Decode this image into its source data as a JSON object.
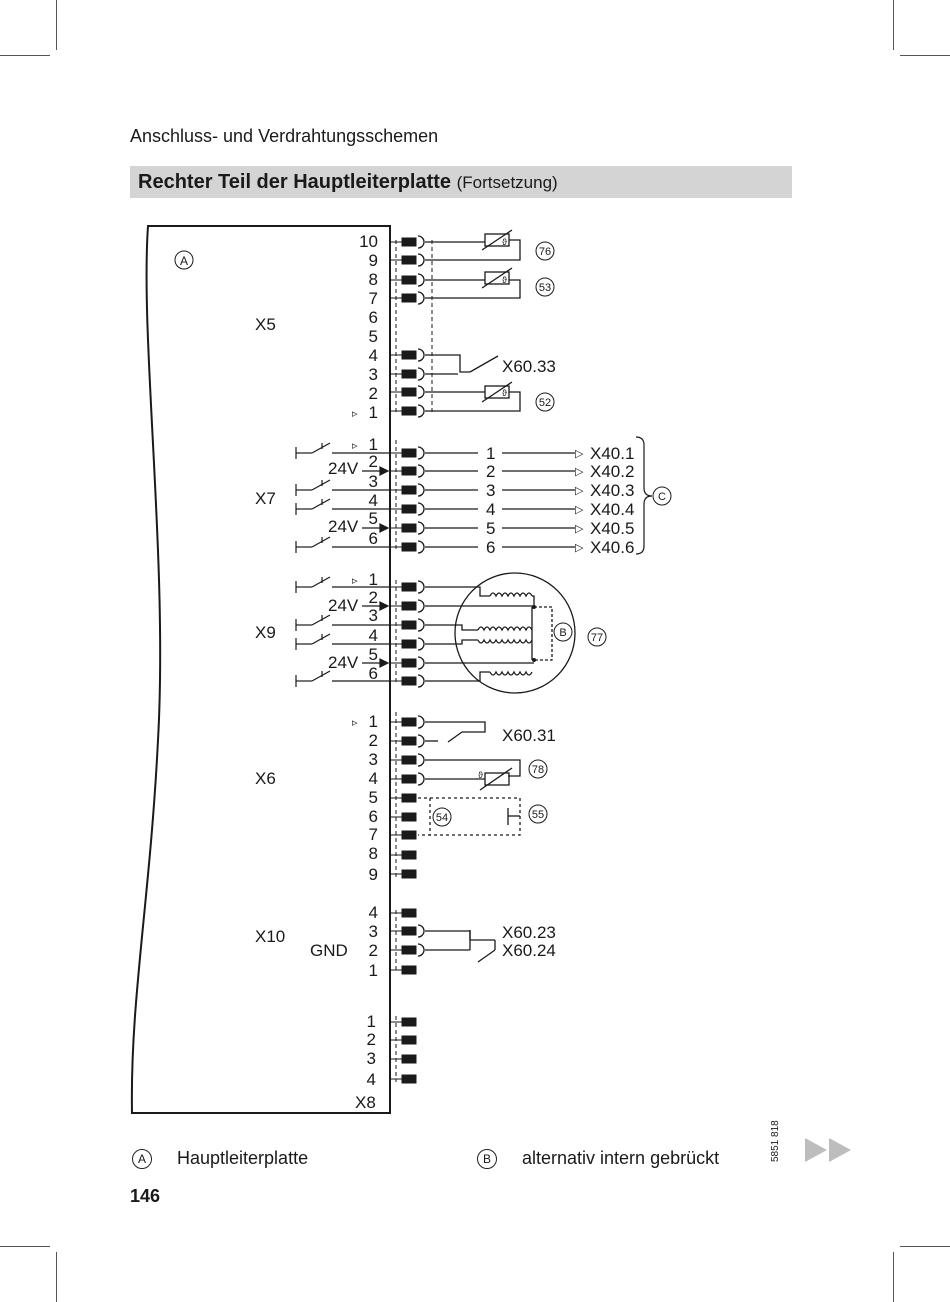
{
  "header": {
    "section": "Anschluss- und Verdrahtungsschemen",
    "title": "Rechter Teil der Hauptleiterplatte",
    "title_suffix": "(Fortsetzung)"
  },
  "diagram": {
    "board_marker": "A",
    "connectors": {
      "X5": {
        "label": "X5",
        "pins": [
          "10",
          "9",
          "8",
          "7",
          "6",
          "5",
          "4",
          "3",
          "2",
          "1"
        ]
      },
      "X7": {
        "label": "X7",
        "pins": [
          "1",
          "2",
          "3",
          "4",
          "5",
          "6"
        ]
      },
      "X9": {
        "label": "X9",
        "pins": [
          "1",
          "2",
          "3",
          "4",
          "5",
          "6"
        ]
      },
      "X6": {
        "label": "X6",
        "pins": [
          "1",
          "2",
          "3",
          "4",
          "5",
          "6",
          "7",
          "8",
          "9"
        ]
      },
      "X10": {
        "label": "X10",
        "pins": [
          "4",
          "3",
          "2",
          "1"
        ],
        "gnd": "GND"
      },
      "X8": {
        "label": "X8",
        "pins": [
          "1",
          "2",
          "3",
          "4"
        ]
      }
    },
    "voltage_label": "24V",
    "refs": {
      "r76": "76",
      "r53": "53",
      "r52": "52",
      "r77": "77",
      "r78": "78",
      "r54": "54",
      "r55": "55",
      "rB": "B",
      "rC": "C"
    },
    "terminals": {
      "x6033": "X60.33",
      "x6031": "X60.31",
      "x6023": "X60.23",
      "x6024": "X60.24"
    },
    "x7_outputs": [
      {
        "n": "1",
        "target": "X40.1"
      },
      {
        "n": "2",
        "target": "X40.2"
      },
      {
        "n": "3",
        "target": "X40.3"
      },
      {
        "n": "4",
        "target": "X40.4"
      },
      {
        "n": "5",
        "target": "X40.5"
      },
      {
        "n": "6",
        "target": "X40.6"
      }
    ]
  },
  "legend": {
    "a_marker": "A",
    "a_text": "Hauptleiterplatte",
    "b_marker": "B",
    "b_text": "alternativ intern gebrückt"
  },
  "page_number": "146",
  "doc_number": "5851 818"
}
